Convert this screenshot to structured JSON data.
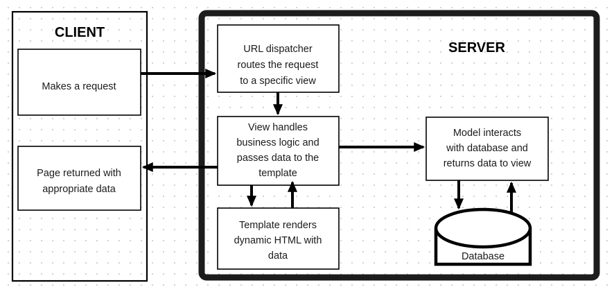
{
  "diagram": {
    "title_client": "CLIENT",
    "title_server": "SERVER",
    "colors": {
      "stroke": "#000000",
      "server_border": "#1c1c1c",
      "background": "#ffffff",
      "grid_dot": "#ccccdd"
    },
    "nodes": {
      "client_request": {
        "lines": [
          "Makes a request"
        ]
      },
      "client_response": {
        "lines": [
          "Page returned with",
          "appropriate data"
        ]
      },
      "url_dispatcher": {
        "lines": [
          "URL dispatcher",
          "routes the request",
          "to a  specific view"
        ]
      },
      "view": {
        "lines": [
          "View handles",
          "business logic and",
          "passes data to the",
          "template"
        ]
      },
      "template": {
        "lines": [
          "Template renders",
          "dynamic HTML with",
          "data"
        ]
      },
      "model": {
        "lines": [
          "Model interacts",
          "with database and",
          "returns data to view"
        ]
      },
      "database": {
        "label": "Database"
      }
    },
    "edges": [
      {
        "name": "client-to-dispatcher",
        "from": "client_request",
        "to": "url_dispatcher"
      },
      {
        "name": "dispatcher-to-view",
        "from": "url_dispatcher",
        "to": "view"
      },
      {
        "name": "view-to-client",
        "from": "view",
        "to": "client_response"
      },
      {
        "name": "view-to-model",
        "from": "view",
        "to": "model"
      },
      {
        "name": "view-to-template",
        "from": "view",
        "to": "template"
      },
      {
        "name": "template-to-view",
        "from": "template",
        "to": "view"
      },
      {
        "name": "model-to-database",
        "from": "model",
        "to": "database"
      },
      {
        "name": "database-to-model",
        "from": "database",
        "to": "model"
      }
    ]
  }
}
